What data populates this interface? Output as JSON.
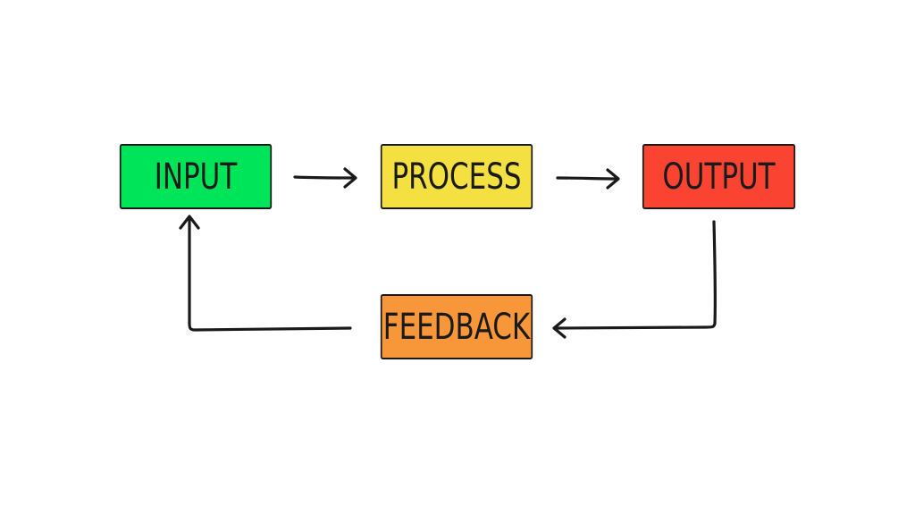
{
  "diagram": {
    "nodes": [
      {
        "id": "input",
        "label": "INPUT",
        "color": "#00e45a"
      },
      {
        "id": "process",
        "label": "PROCESS",
        "color": "#f4e041"
      },
      {
        "id": "output",
        "label": "OUTPUT",
        "color": "#fb4332"
      },
      {
        "id": "feedback",
        "label": "FEEDBACK",
        "color": "#f7973a"
      }
    ],
    "edges": [
      {
        "from": "input",
        "to": "process"
      },
      {
        "from": "process",
        "to": "output"
      },
      {
        "from": "output",
        "to": "feedback"
      },
      {
        "from": "feedback",
        "to": "input"
      }
    ],
    "stroke_color": "#1a1a1a"
  }
}
